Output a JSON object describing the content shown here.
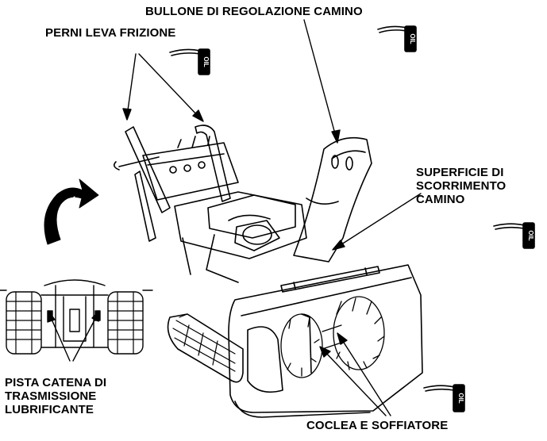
{
  "labels": {
    "chimney_bolt": "BULLONE DI REGOLAZIONE CAMINO",
    "clutch_pins": "PERNI LEVA FRIZIONE",
    "chimney_surface": [
      "SUPERFICIE DI",
      "SCORRIMENTO",
      "CAMINO"
    ],
    "chain_track": [
      "PISTA CATENA DI",
      "TRASMISSIONE",
      "LUBRIFICANTE"
    ],
    "auger_blower": "COCLEA E SOFFIATORE"
  },
  "oil_can_text": "OIL",
  "colors": {
    "ink": "#000000",
    "paper": "#ffffff"
  }
}
